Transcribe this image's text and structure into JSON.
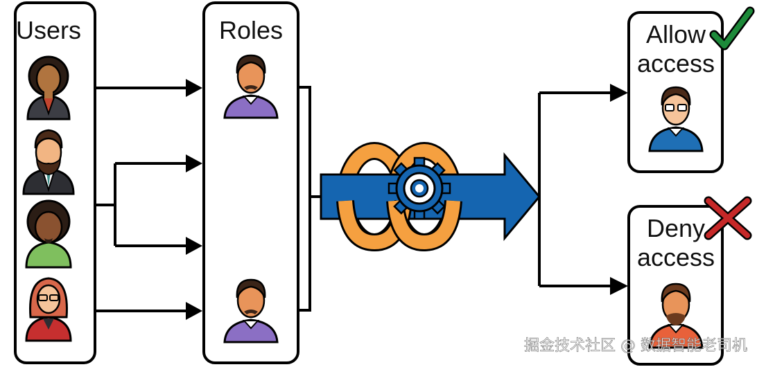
{
  "diagram": {
    "users_label": "Users",
    "roles_label": "Roles",
    "allow_label_line1": "Allow",
    "allow_label_line2": "access",
    "deny_label_line1": "Deny",
    "deny_label_line2": "access",
    "watermark": "掘金技术社区 @ 数据智能老司机"
  },
  "icons": {
    "allow": "checkmark-icon",
    "deny": "cross-icon",
    "process": "gear-icon"
  },
  "colors": {
    "arrow_blue": "#1565b0",
    "ring_orange": "#f5a040",
    "check_green": "#1d8a3a",
    "cross_red": "#c62828",
    "role_shirt": "#8b6fc4",
    "allow_shirt": "#1f6fb5",
    "deny_shirt": "#e8613a"
  }
}
